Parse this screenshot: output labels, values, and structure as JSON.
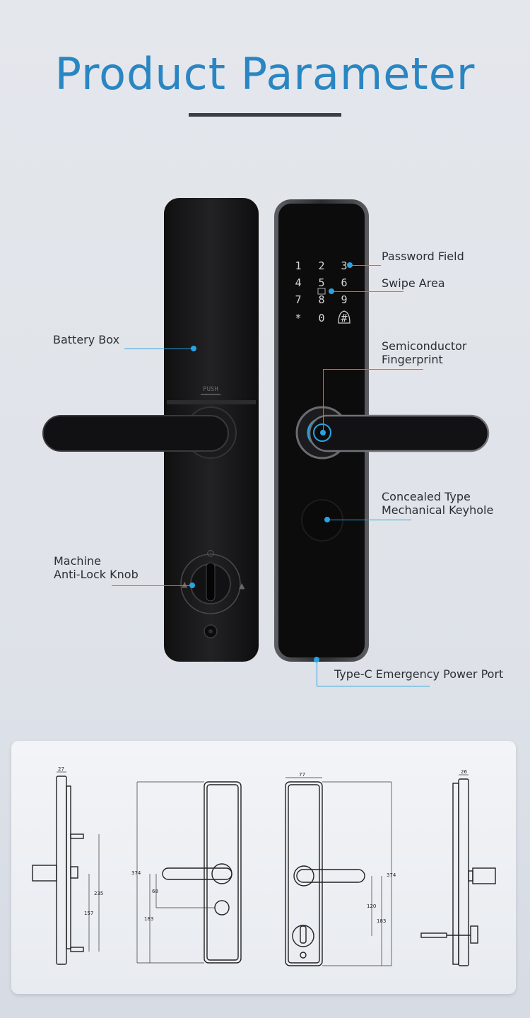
{
  "header": {
    "title": "Product Parameter"
  },
  "callouts": {
    "password_field": "Password Field",
    "swipe_area": "Swipe Area",
    "battery_box": "Battery Box",
    "fingerprint_line1": "Semiconductor",
    "fingerprint_line2": "Fingerprint",
    "keyhole_line1": "Concealed Type",
    "keyhole_line2": "Mechanical Keyhole",
    "knob_line1": "Machine",
    "knob_line2": "Anti-Lock Knob",
    "power_port": "Type-C Emergency Power Port"
  },
  "lock": {
    "push_label": "PUSH",
    "keypad": [
      "1",
      "2",
      "3",
      "4",
      "5",
      "6",
      "7",
      "8",
      "9",
      "*",
      "0",
      "#"
    ]
  },
  "dimensions": {
    "side_a_width": "27",
    "side_a_h1": "235",
    "side_a_h2": "157",
    "front_height": "374",
    "front_h1": "68",
    "front_h2": "183",
    "back_width": "77",
    "back_height": "374",
    "back_h1": "120",
    "back_h2": "183",
    "side_b_width": "26"
  },
  "colors": {
    "accent": "#2aa3e2",
    "title": "#2a86c2",
    "lock_body": "#1c1c1e"
  }
}
